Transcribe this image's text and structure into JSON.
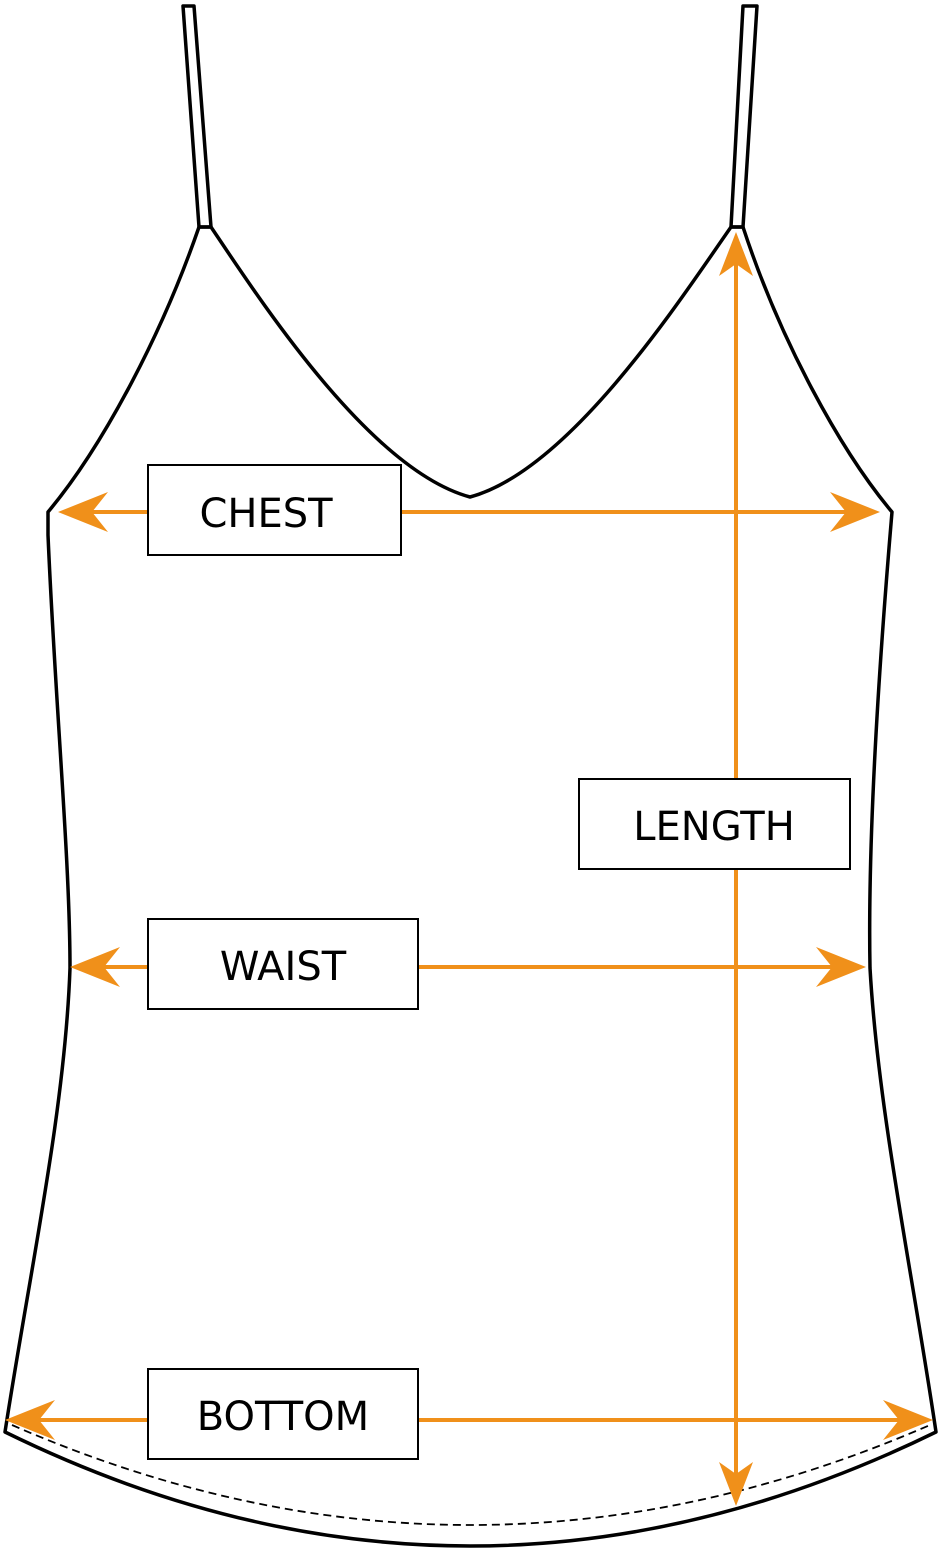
{
  "colors": {
    "outline": "#000000",
    "arrow": "#f0901a",
    "label_background": "#ffffff"
  },
  "measurements": {
    "chest": {
      "label": "CHEST"
    },
    "waist": {
      "label": "WAIST"
    },
    "bottom": {
      "label": "BOTTOM"
    },
    "length": {
      "label": "LENGTH"
    }
  }
}
